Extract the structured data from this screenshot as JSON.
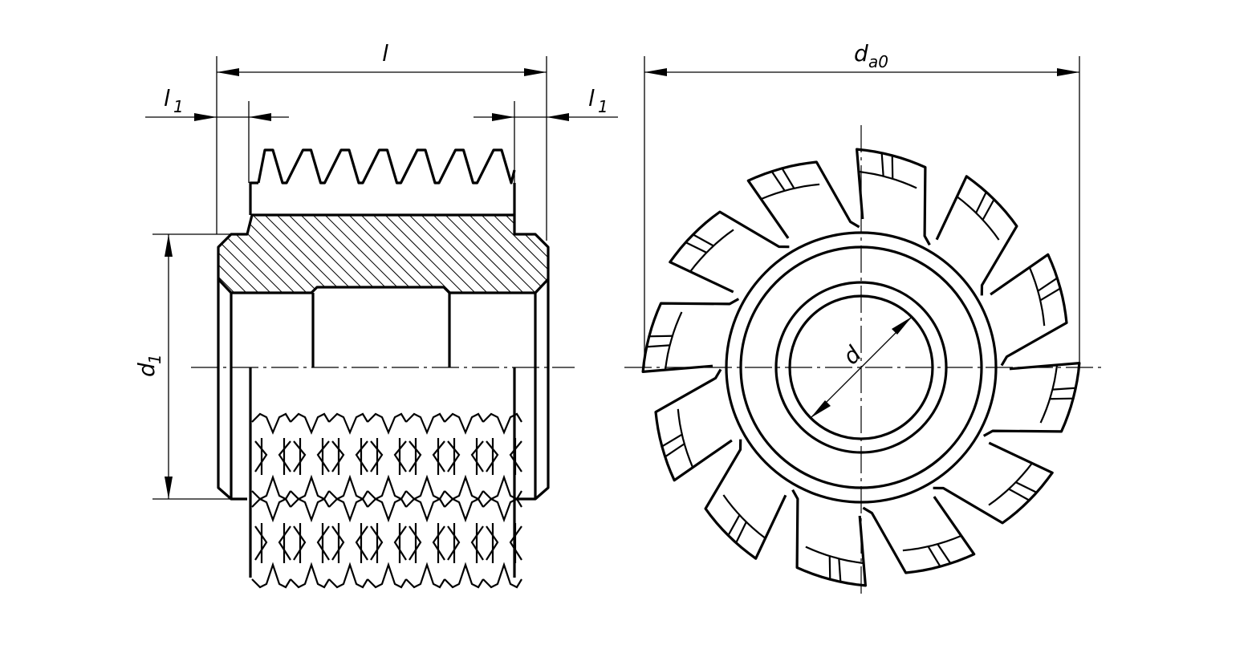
{
  "drawing": {
    "labels": {
      "length": "l",
      "shank_length_left": "l",
      "shank_length_left_sub": "1",
      "shank_length_right": "l",
      "shank_length_right_sub": "1",
      "shank_diameter": "d",
      "shank_diameter_sub": "1",
      "outer_diameter": "d",
      "outer_diameter_sub": "a0",
      "bore_diameter": "d"
    },
    "cutter": {
      "tooth_count": 12,
      "profile_teeth_visible": 7
    }
  }
}
